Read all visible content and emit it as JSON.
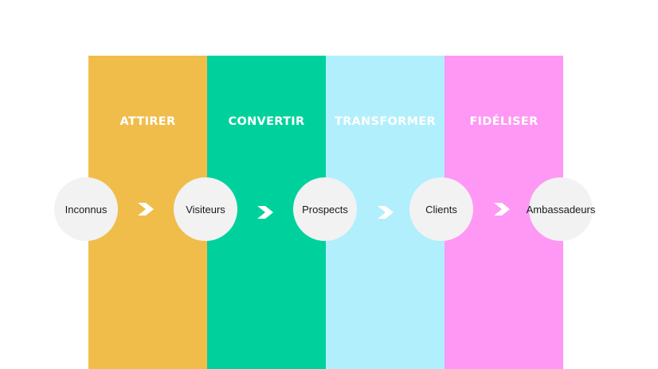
{
  "stages": [
    {
      "title": "ATTIRER",
      "color": "#f0bd4b"
    },
    {
      "title": "CONVERTIR",
      "color": "#00d19c"
    },
    {
      "title": "TRANSFORMER",
      "color": "#b1effc"
    },
    {
      "title": "FIDÉLISER",
      "color": "#ff97f4"
    }
  ],
  "nodes": [
    {
      "label": "Inconnus"
    },
    {
      "label": "Visiteurs"
    },
    {
      "label": "Prospects"
    },
    {
      "label": "Clients"
    },
    {
      "label": "Ambassadeurs"
    }
  ],
  "arrow_color": "#ffffff",
  "arrow_icon": "chevron-right-icon"
}
